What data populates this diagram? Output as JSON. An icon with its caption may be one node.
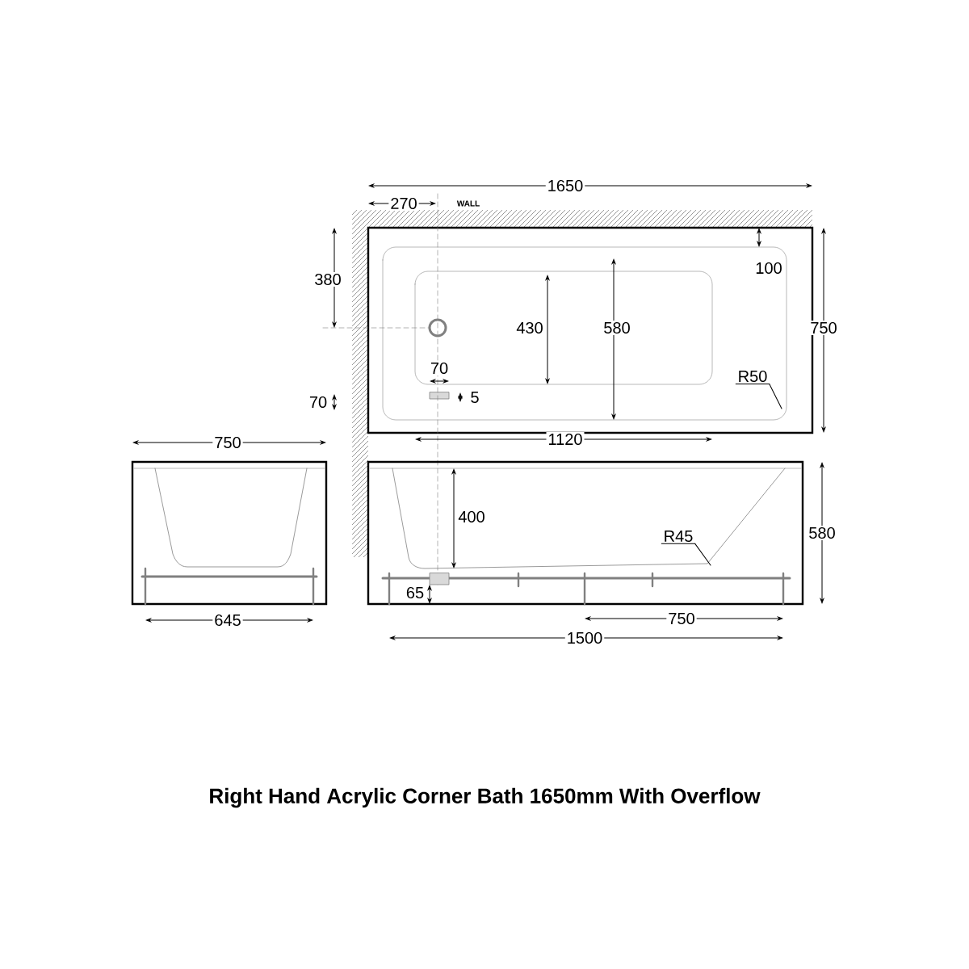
{
  "diagram": {
    "title": "Right Hand Acrylic Corner Bath 1650mm With Overflow",
    "nodes": [
      {
        "text": [
          "R50"
        ]
      },
      {
        "text": [
          "R45"
        ]
      }
    ],
    "edges": [
      {
        "from": 0,
        "to": null,
        "arrow": "none"
      },
      {
        "from": 1,
        "to": null,
        "arrow": "none"
      }
    ],
    "labels": [
      "1650",
      "270",
      "WALL",
      "380",
      "100",
      "430",
      "580",
      "750",
      "70",
      "5",
      "70",
      "750",
      "1120",
      "400",
      "580",
      "65",
      "645",
      "750",
      "1500"
    ]
  }
}
